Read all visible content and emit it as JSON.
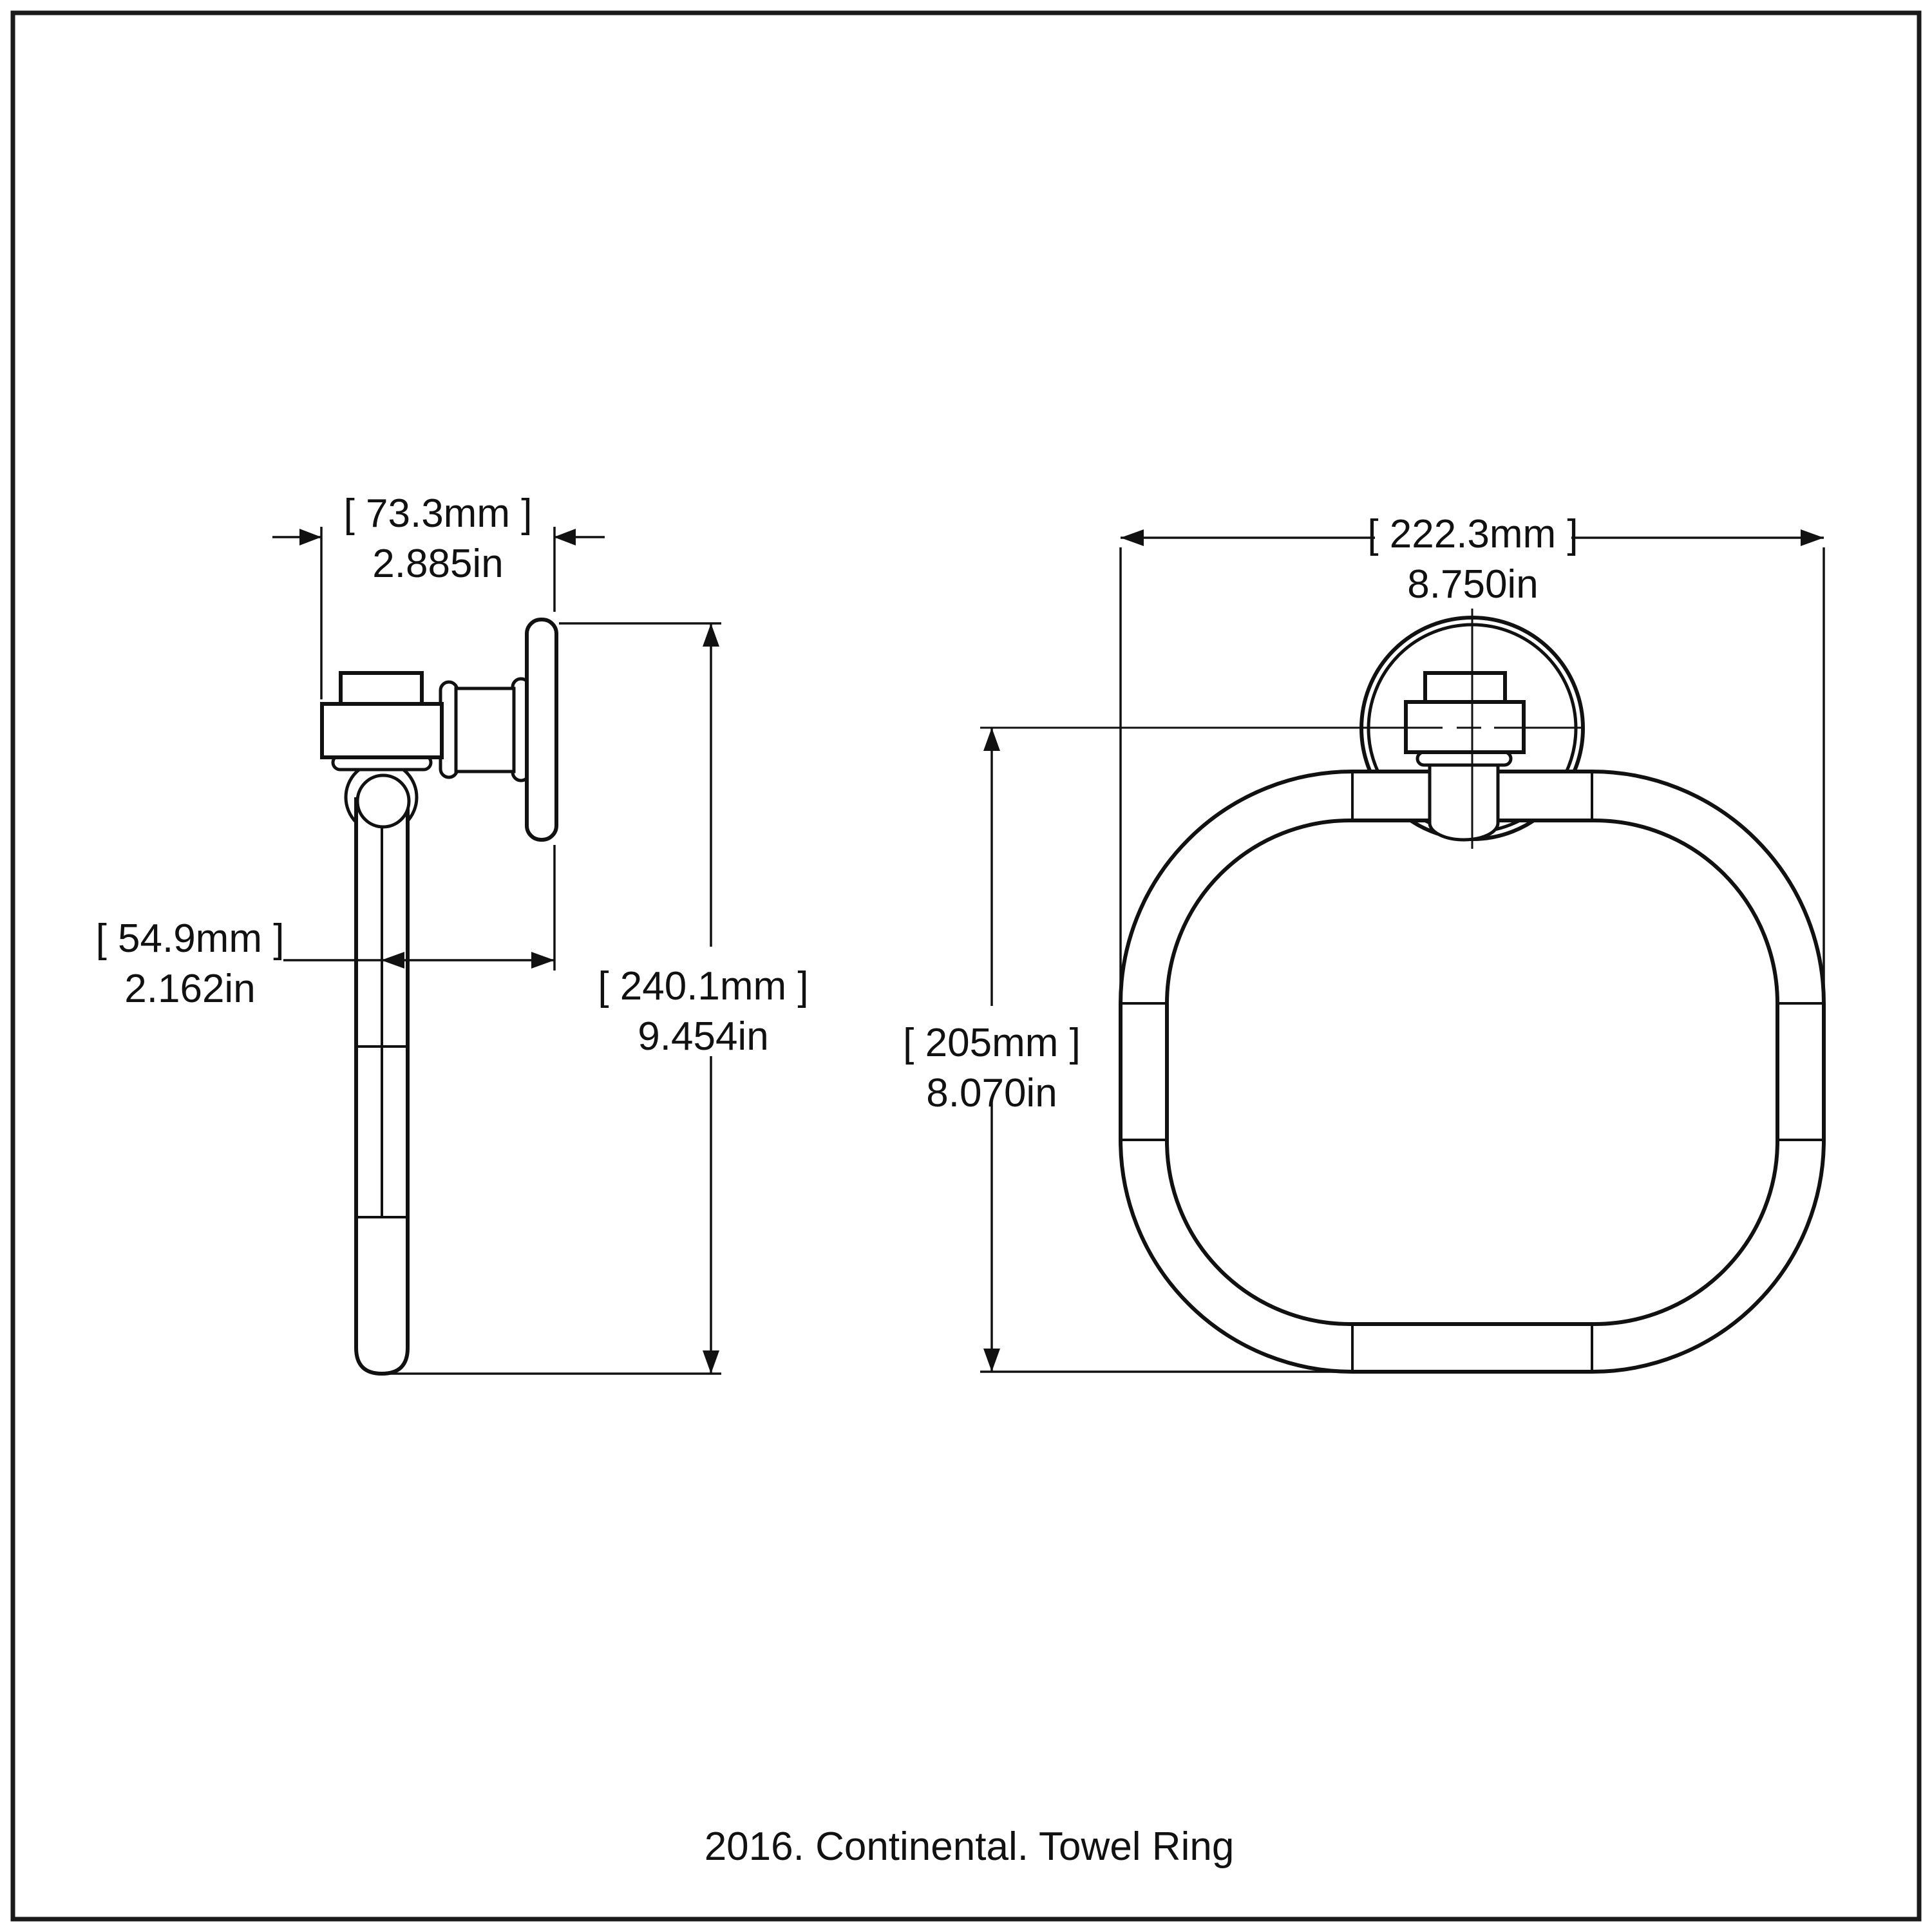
{
  "title_block": {
    "caption": "2016. Continental. Towel Ring"
  },
  "colors": {
    "line": "#111111",
    "background": "#ffffff"
  },
  "views": {
    "side": {
      "label": "side-profile-view",
      "dims": {
        "projection_width": {
          "mm": "[ 73.3mm ]",
          "inch": "2.885in"
        },
        "wall_to_ring": {
          "mm": "[ 54.9mm ]",
          "inch": "2.162in"
        },
        "overall_height": {
          "mm": "[ 240.1mm ]",
          "inch": "9.454in"
        }
      }
    },
    "front": {
      "label": "front-view",
      "dims": {
        "overall_width": {
          "mm": "[ 222.3mm ]",
          "inch": "8.750in"
        },
        "center_to_bottom": {
          "mm": "[ 205mm ]",
          "inch": "8.070in"
        }
      }
    }
  }
}
